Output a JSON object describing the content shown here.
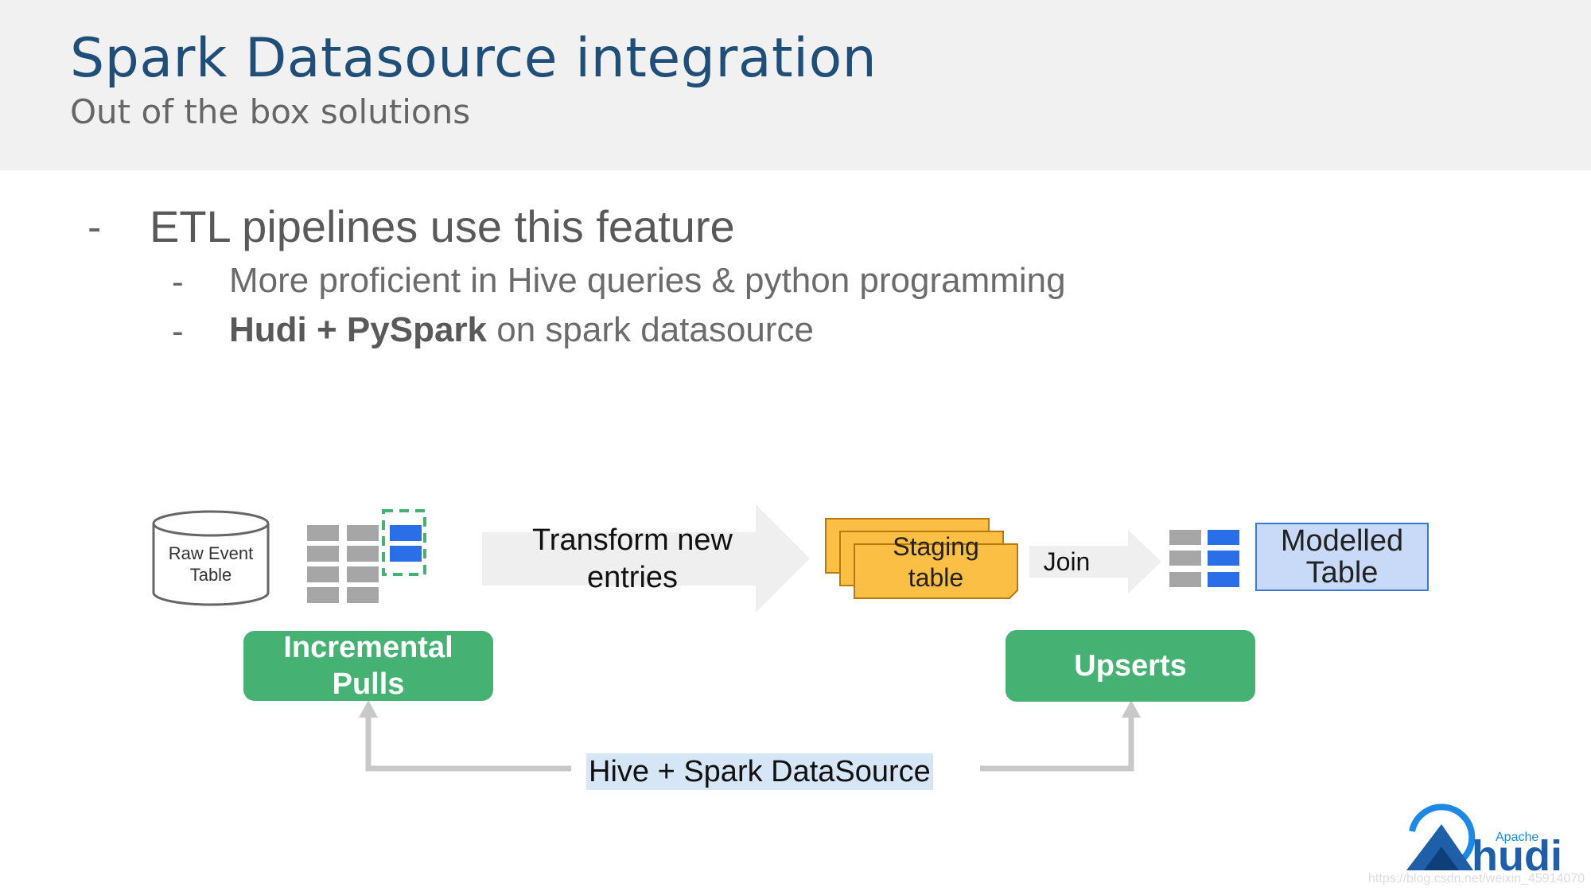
{
  "header": {
    "title": "Spark Datasource integration",
    "subtitle": "Out of the box solutions"
  },
  "bullets": {
    "dash": "-",
    "main": "ETL pipelines use this feature",
    "sub1": "More proficient in Hive queries & python programming",
    "sub2_bold": "Hudi + PySpark",
    "sub2_rest": " on spark datasource"
  },
  "diagram": {
    "raw_event_table_line1": "Raw Event",
    "raw_event_table_line2": "Table",
    "transform_line1": "Transform new",
    "transform_line2": "entries",
    "staging_line1": "Staging",
    "staging_line2": "table",
    "join": "Join",
    "modelled_line1": "Modelled",
    "modelled_line2": "Table",
    "incremental_line1": "Incremental",
    "incremental_line2": "Pulls",
    "upserts": "Upserts",
    "hive_spark": "Hive + Spark DataSource"
  },
  "logo": {
    "apache": "Apache",
    "name": "hudi"
  },
  "watermark": "https://blog.csdn.net/weixin_45914070",
  "colors": {
    "title": "#1f4e79",
    "green": "#45b273",
    "blue_cell": "#2a6ee8",
    "gray_cell": "#a6a6a6",
    "staging": "#fbbf45",
    "modelled_fill": "#c9daf8",
    "modelled_border": "#3c78d8"
  }
}
